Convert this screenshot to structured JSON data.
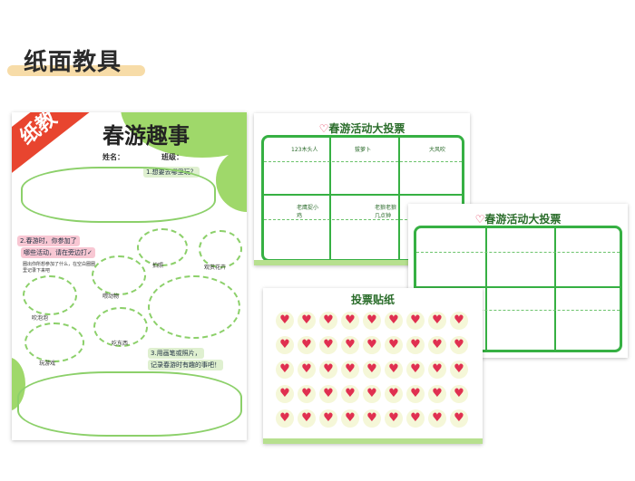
{
  "header": {
    "title": "纸面教具"
  },
  "badge": "纸教",
  "worksheet": {
    "title": "春游趣事",
    "name_label": "姓名：",
    "class_label": "班级：",
    "q1": "1.想要去哪里玩？",
    "q2a": "2.春游时，你参加了",
    "q2b": "哪些活动，请在旁边打✓",
    "q2c": "圈出你所想参加了什么，在空白圈圈里记录下来吧",
    "activities": [
      "拍照",
      "观赏花卉",
      "喂动物",
      "吹泡泡",
      "吃东西",
      "玩游戏"
    ],
    "q3a": "3.用画笔或照片，",
    "q3b": "记录春游时有趣的事吧！"
  },
  "vote_sheet": {
    "title": "春游活动大投票",
    "items": [
      "123木头人",
      "拔萝卜",
      "大风吹",
      "老鹰捉小鸡",
      "老狼老狼几点钟"
    ]
  },
  "vote_blank": {
    "title": "春游活动大投票"
  },
  "stickers": {
    "title": "投票贴纸",
    "count": 45
  },
  "colors": {
    "ribbon": "#e8452f",
    "green": "#36b043",
    "heart": "#e02a4c",
    "header_bar": "#f7dca8"
  }
}
